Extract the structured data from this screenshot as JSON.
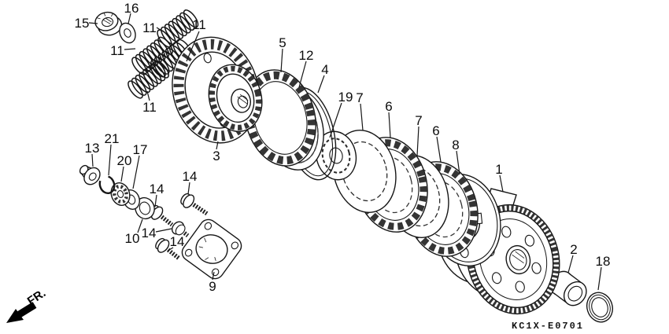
{
  "diagram": {
    "code": "KC1X-E0701",
    "direction_label": "FR.",
    "background_color": "#ffffff",
    "line_color": "#161616"
  },
  "callouts": {
    "c1": "1",
    "c2": "2",
    "c3": "3",
    "c4": "4",
    "c5": "5",
    "c6a": "6",
    "c6b": "6",
    "c7a": "7",
    "c7b": "7",
    "c8": "8",
    "c9": "9",
    "c10": "10",
    "c11a": "11",
    "c11b": "11",
    "c11c": "11",
    "c11d": "11",
    "c12": "12",
    "c13": "13",
    "c14a": "14",
    "c14b": "14",
    "c14c": "14",
    "c14d": "14",
    "c15": "15",
    "c16": "16",
    "c17": "17",
    "c18": "18",
    "c19": "19",
    "c20": "20",
    "c21": "21"
  }
}
